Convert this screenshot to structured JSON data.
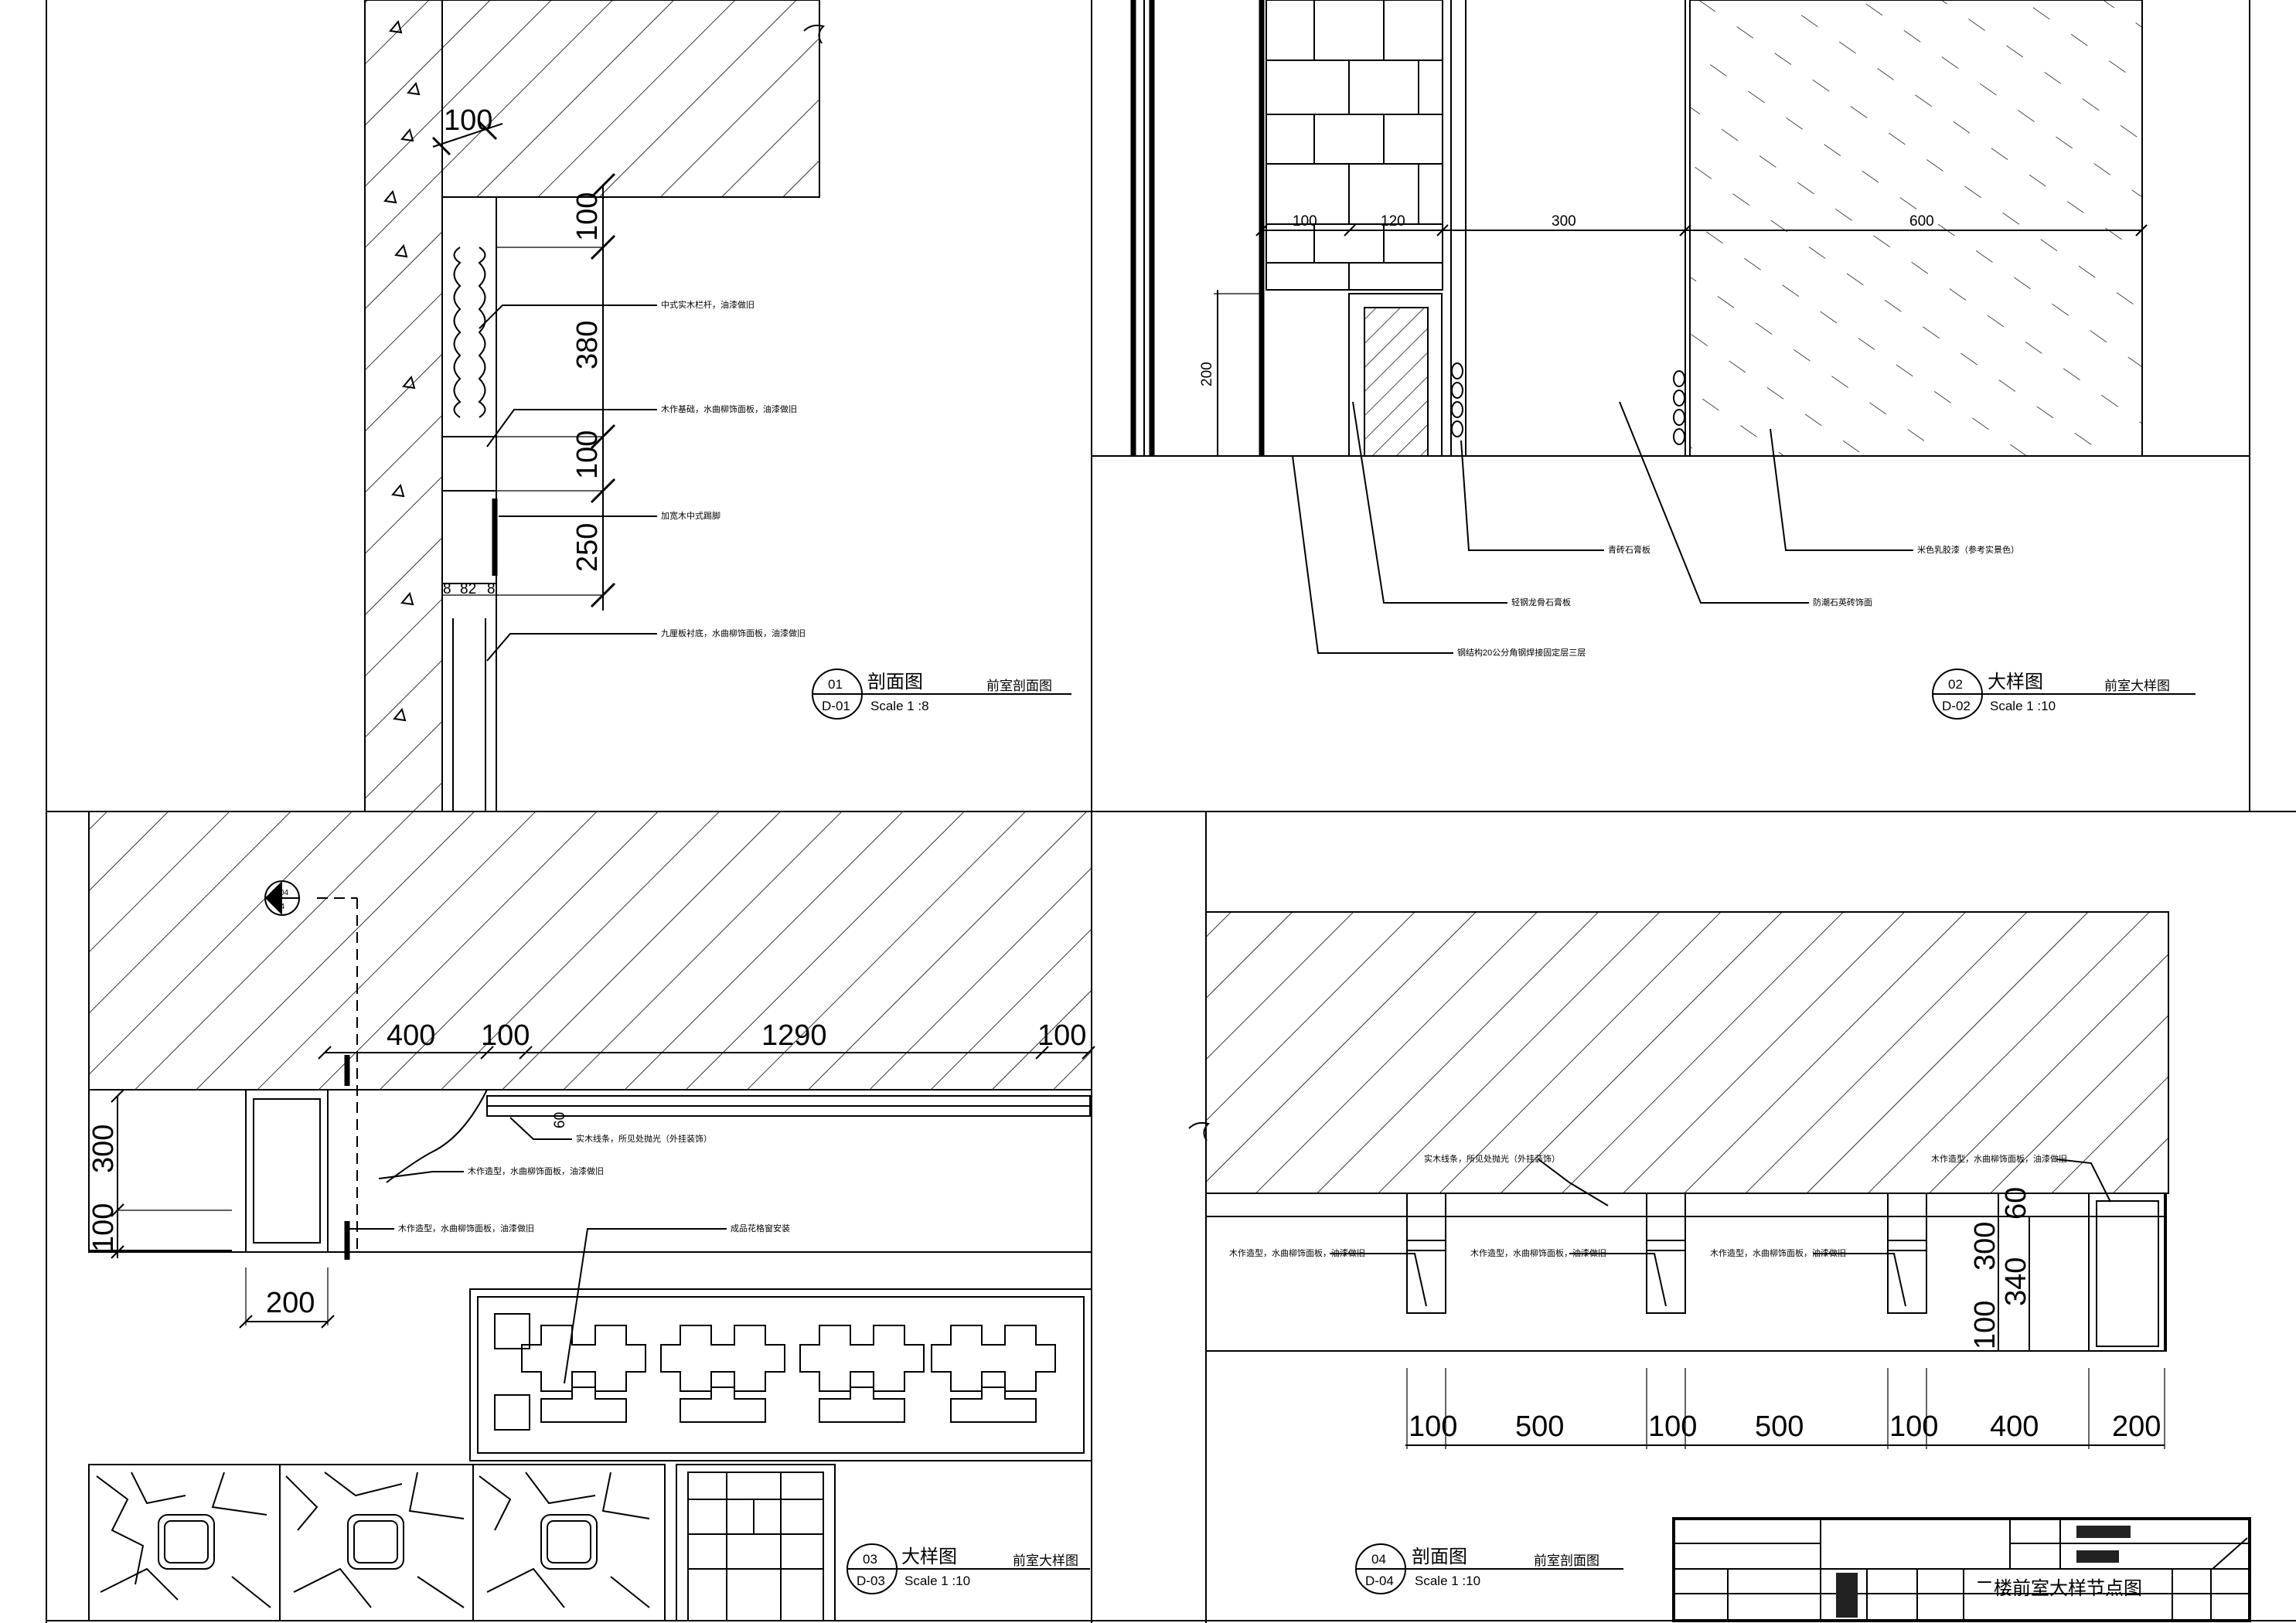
{
  "views": [
    {
      "id": "01",
      "sheet": "D-01",
      "title": "剖面图",
      "scale": "Scale 1 :8",
      "subtitle": "前室剖面图"
    },
    {
      "id": "02",
      "sheet": "D-02",
      "title": "大样图",
      "scale": "Scale 1 :10",
      "subtitle": "前室大样图"
    },
    {
      "id": "03",
      "sheet": "D-03",
      "title": "大样图",
      "scale": "Scale 1 :10",
      "subtitle": "前室大样图"
    },
    {
      "id": "04",
      "sheet": "D-04",
      "title": "剖面图",
      "scale": "Scale 1 :10",
      "subtitle": "前室剖面图"
    }
  ],
  "section_ref": {
    "top": "D 04",
    "bottom": "04"
  },
  "dims": {
    "v01": {
      "top": "100",
      "vert": [
        "100",
        "380",
        "100",
        "250"
      ],
      "bottom": [
        "8",
        "82",
        "8"
      ]
    },
    "v02": {
      "horiz": [
        "100",
        "120",
        "300",
        "600"
      ],
      "vert": "200"
    },
    "v03": {
      "horiz": [
        "400",
        "100",
        "1290",
        "100"
      ],
      "small": "60",
      "vert": [
        "300",
        "100"
      ],
      "bottom": "200"
    },
    "v04": {
      "horiz": [
        "100",
        "500",
        "100",
        "500",
        "100",
        "400",
        "200"
      ],
      "vert": [
        "60",
        "300",
        "340",
        "100"
      ]
    }
  },
  "notes": {
    "v01": [
      "中式实木栏杆，油漆做旧",
      "木作基础，水曲柳饰面板，油漆做旧",
      "加宽木中式踢脚",
      "九厘板衬底，水曲柳饰面板，油漆做旧"
    ],
    "v02": [
      "钢结构20公分角钢焊接固定层三层",
      "轻钢龙骨石膏板",
      "青砖石膏板",
      "防潮石英砖饰面",
      "米色乳胶漆（参考实景色）"
    ],
    "v03": [
      "实木线条，所见处抛光（外挂装饰）",
      "木作造型，水曲柳饰面板，油漆做旧",
      "木作造型，水曲柳饰面板，油漆做旧",
      "成品花格窗安装"
    ],
    "v04": [
      "实木线条，所见处抛光（外挂装饰）",
      "木作造型，水曲柳饰面板，油漆做旧",
      "木作造型，水曲柳饰面板，油漆做旧",
      "木作造型，水曲柳饰面板，油漆做旧",
      "木作造型，水曲柳饰面板，油漆做旧"
    ]
  },
  "titleblock": {
    "drawing_title": "二楼前室大样节点图"
  }
}
